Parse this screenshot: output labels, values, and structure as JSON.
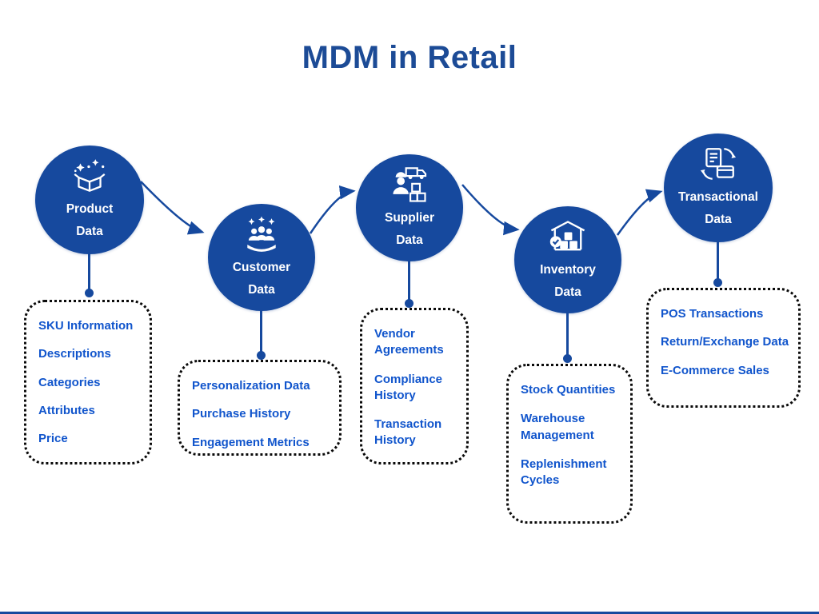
{
  "title": "MDM in Retail",
  "colors": {
    "node_circle": "#16499E",
    "item_text": "#1155CC",
    "title_text": "#1C4B96",
    "box_border": "#0A0A0A",
    "connector": "#16499E"
  },
  "nodes": [
    {
      "label": "Product Data",
      "icon": "product-box-sparkles-icon",
      "items": [
        "SKU Information",
        "Descriptions",
        "Categories",
        "Attributes",
        "Price"
      ]
    },
    {
      "label": "Customer Data",
      "icon": "customers-group-icon",
      "items": [
        "Personalization Data",
        "Purchase History",
        "Engagement Metrics"
      ]
    },
    {
      "label": "Supplier Data",
      "icon": "supplier-worker-truck-icon",
      "items": [
        "Vendor Agreements",
        "Compliance History",
        "Transaction History"
      ]
    },
    {
      "label": "Inventory Data",
      "icon": "warehouse-boxes-icon",
      "items": [
        "Stock Quantities",
        "Warehouse Management",
        "Replenishment Cycles"
      ]
    },
    {
      "label": "Transactional Data",
      "icon": "transaction-exchange-icon",
      "items": [
        "POS Transactions",
        "Return/Exchange Data",
        "E-Commerce Sales"
      ]
    }
  ]
}
